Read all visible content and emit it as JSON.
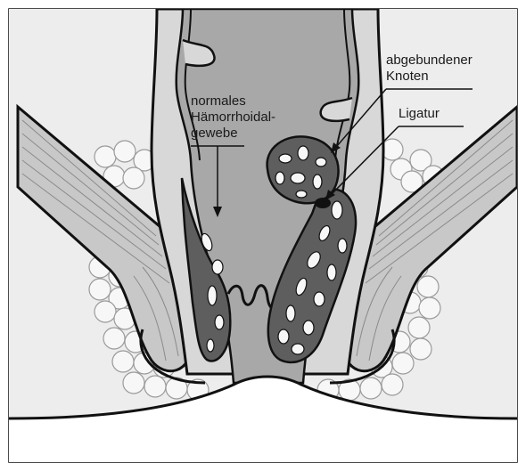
{
  "labels": {
    "normal_tissue": [
      "normales",
      "Hämorrhoidal-",
      "gewebe"
    ],
    "ligated_knot": [
      "abgebundener",
      "Knoten"
    ],
    "ligature": "Ligatur"
  },
  "colors": {
    "background": "#ededed",
    "outline": "#111111",
    "muscle": "#c8c8c8",
    "canal": "#a8a8a8",
    "wall": "#d8d8d8",
    "hemorrhoid": "#5e5e5e",
    "fat_cells": "#f7f7f7",
    "ligature": "#111111"
  }
}
